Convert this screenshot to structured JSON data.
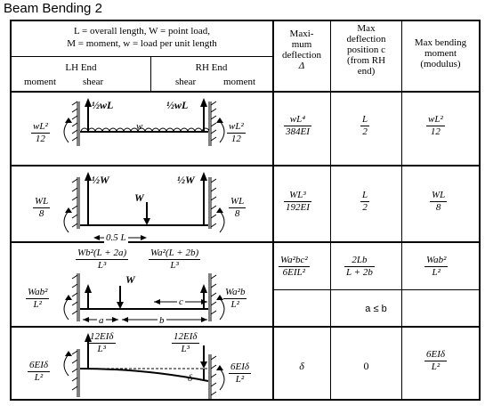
{
  "page_title": "Beam Bending 2",
  "header": {
    "definitions_line1": "L = overall length, W = point load,",
    "definitions_line2": "M = moment, w = load per unit length",
    "lh_end": "LH End",
    "rh_end": "RH End",
    "moment": "moment",
    "shear": "shear",
    "max_deflection": [
      "Maxi-",
      "mum",
      "deflection",
      "Δ"
    ],
    "max_deflection_position": [
      "Max",
      "deflection",
      "position c",
      "(from RH",
      "end)"
    ],
    "max_bending_moment": [
      "Max bending",
      "moment",
      "(modulus)"
    ]
  },
  "rows": [
    {
      "case": "uniform load, both ends fixed",
      "lh_shear": "½wL",
      "rh_shear": "½wL",
      "lh_moment": {
        "num": "wL²",
        "den": "12"
      },
      "rh_moment": {
        "num": "wL²",
        "den": "12"
      },
      "load_label": "w",
      "deflection": {
        "num": "wL⁴",
        "den": "384EI"
      },
      "position": {
        "num": "L",
        "den": "2"
      },
      "bending": {
        "num": "wL²",
        "den": "12"
      }
    },
    {
      "case": "central point load, both ends fixed",
      "lh_shear": "½W",
      "rh_shear": "½W",
      "lh_moment": {
        "num": "WL",
        "den": "8"
      },
      "rh_moment": {
        "num": "WL",
        "den": "8"
      },
      "load_label": "W",
      "span_label": "0.5 L",
      "deflection": {
        "num": "WL³",
        "den": "192EI"
      },
      "position": {
        "num": "L",
        "den": "2"
      },
      "bending": {
        "num": "WL",
        "den": "8"
      }
    },
    {
      "case": "offset point load, both ends fixed",
      "lh_shear": {
        "num": "Wb²(L + 2a)",
        "den": "L³"
      },
      "rh_shear": {
        "num": "Wa²(L + 2b)",
        "den": "L³"
      },
      "lh_moment": {
        "num": "Wab²",
        "den": "L²"
      },
      "rh_moment": {
        "num": "Wa²b",
        "den": "L²"
      },
      "load_label": "W",
      "a_label": "a",
      "b_label": "b",
      "c_label": "c",
      "deflection": {
        "num": "Wa²bc²",
        "den": "6EIL²"
      },
      "position": {
        "num": "2Lb",
        "den": "L + 2b"
      },
      "bending": {
        "num": "Wab²",
        "den": "L²"
      },
      "condition": "a ≤ b"
    },
    {
      "case": "end displacement, both ends fixed",
      "lh_shear": {
        "num": "12EIδ",
        "den": "L³"
      },
      "rh_shear": {
        "num": "12EIδ",
        "den": "L³"
      },
      "lh_moment": {
        "num": "6EIδ",
        "den": "L²"
      },
      "rh_moment": {
        "num": "6EIδ",
        "den": "L²"
      },
      "delta_label": "δ",
      "deflection_text": "δ",
      "position_text": "0",
      "bending": {
        "num": "6EIδ",
        "den": "L²"
      }
    }
  ]
}
